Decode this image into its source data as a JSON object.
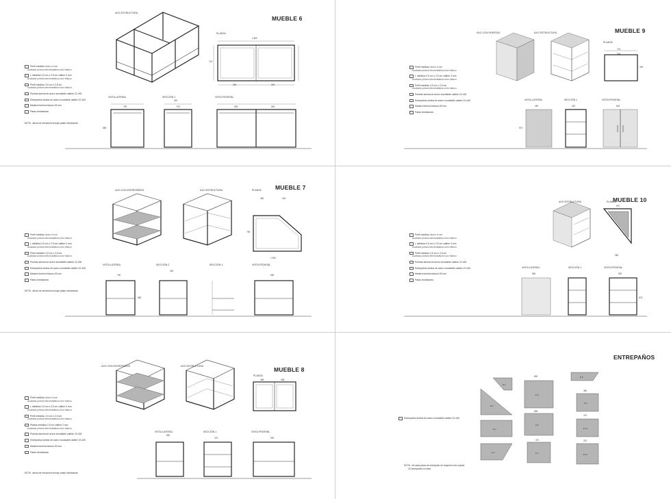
{
  "sheets": {
    "m6": {
      "title": "MUEBLE 6",
      "labels": {
        "axo": "AXO ESTRUCTURA",
        "plan": "PLANTA",
        "side": "VISTA LATERAL",
        "sec": "SECCIÓN 1",
        "front": "VISTA FRONTAL"
      },
      "legend": [
        {
          "text": "Perfil metálico 4cm x 4 cm",
          "sub": "Acabado pintura electrostática color blanco"
        },
        {
          "text": "L metálica 2,5 cm x 2,5 cm calibre 3 mm",
          "sub": "Acabado pintura electrostática color blanco"
        },
        {
          "text": "Perfil metálico 2,5 cm x 2,5 cm",
          "sub": "Acabado pintura electrostática color blanco"
        },
        {
          "text": "Puertas lamina de acero inoxidable calibre 22-430",
          "sub": ""
        },
        {
          "text": "Entrepaños lamina de acero inoxidable calibre 22-430",
          "sub": ""
        },
        {
          "text": "Madera formica blanca 18 mm",
          "sub": ""
        },
        {
          "text": "Patas niveladoras",
          "sub": ""
        }
      ],
      "note": "NOTA : altura de estructura incluye patas niveladoras",
      "dims": {
        "plan_w": "1.800",
        "plan_a": "900",
        "plan_b": "900",
        "plan_h": "710",
        "side_w": "790",
        "side_h": "880",
        "sec_w": "340",
        "sec_b": "570",
        "front_a": "900",
        "front_b": "900"
      }
    },
    "m9": {
      "title": "MUEBLE 9",
      "labels": {
        "axo1": "AXO CON PUERTAS",
        "axo2": "AXO ESTRUCTURA",
        "plan": "PLANTA",
        "side": "VISTA LATERAL",
        "sec": "SECCIÓN 1",
        "front": "VISTA FRONTAL"
      },
      "legend": [
        {
          "text": "Perfil metálico 4cm x 4 cm",
          "sub": "Acabado pintura electrostática color blanco"
        },
        {
          "text": "L metálica 2,5 cm x 2,5 cm calibre 3 mm",
          "sub": "Acabado pintura electrostática color blanco"
        },
        {
          "text": "Perfil metálico 2,5 cm x 2,5 cm",
          "sub": "Acabado pintura electrostática color blanco"
        },
        {
          "text": "Puertas lamina de acero inoxidable calibre 22-430",
          "sub": ""
        },
        {
          "text": "Entrepaños lamina de acero inoxidable calibre 22-430",
          "sub": ""
        },
        {
          "text": "Madera formica blanca 18 mm",
          "sub": ""
        },
        {
          "text": "Patas niveladoras",
          "sub": ""
        }
      ],
      "dims": {
        "plan_w": "720",
        "plan_b": "664",
        "plan_h": "450",
        "side_w": "450",
        "side_h": "870",
        "sec_w": "422",
        "front_w": "664"
      }
    },
    "m7": {
      "title": "MUEBLE 7",
      "labels": {
        "axo1": "AXO CON ENTREPAÑOS",
        "axo2": "AXO ESTRUCTURA",
        "plan": "PLANTA",
        "side": "VISTA LATERAL",
        "sec2": "SECCIÓN 2",
        "sec1": "SECCIÓN 1",
        "front": "VISTA FRONTAL"
      },
      "legend": [
        {
          "text": "Perfil metálico 4cm x 4 cm",
          "sub": "Acabado pintura electrostática color blanco"
        },
        {
          "text": "L metálica 2,5 cm x 2,5 cm calibre 3 mm",
          "sub": "Acabado pintura electrostática color blanco"
        },
        {
          "text": "Perfil metálico 2,5 cm x 2,5 cm",
          "sub": "Acabado pintura electrostática color blanco"
        },
        {
          "text": "Puertas lamina de acero inoxidable calibre 22-430",
          "sub": ""
        },
        {
          "text": "Entrepaños lamina de acero inoxidable calibre 22-430",
          "sub": ""
        },
        {
          "text": "Madera formica blanca 18 mm",
          "sub": ""
        },
        {
          "text": "Patas niveladoras",
          "sub": ""
        }
      ],
      "note": "NOTA : altura de estructura incluye patas niveladoras",
      "dims": {
        "plan_a": "380",
        "plan_b": "340",
        "plan_w": "1.540",
        "plan_h": "790",
        "side_w": "790",
        "sec_w": "340",
        "front_w": "560",
        "h": "880"
      }
    },
    "m10": {
      "title": "MUEBLE 10",
      "labels": {
        "axo": "AXO ESTRUCTURA",
        "plan": "PLANTA",
        "side": "VISTA LATERAL",
        "sec": "SECCIÓN 1",
        "front": "VISTA FRONTAL"
      },
      "legend": [
        {
          "text": "Perfil metálico 4cm x 4 cm",
          "sub": "Acabado pintura electrostática color blanco"
        },
        {
          "text": "L metálica 2,5 cm x 2,5 cm calibre 3 mm",
          "sub": "Acabado pintura electrostática color blanco"
        },
        {
          "text": "Perfil metálico 2,5 cm x 2,5 cm",
          "sub": "Acabado pintura electrostática color blanco"
        },
        {
          "text": "Puertas lamina de acero inoxidable calibre 22-430",
          "sub": ""
        },
        {
          "text": "Entrepaños lamina de acero inoxidable calibre 22-430",
          "sub": ""
        },
        {
          "text": "Madera formica blanca 18 mm",
          "sub": ""
        },
        {
          "text": "Patas niveladoras",
          "sub": ""
        }
      ],
      "dims": {
        "plan_w": "570",
        "plan_h": "380",
        "side_w": "560",
        "front_w": "552",
        "h": "873"
      }
    },
    "m8": {
      "title": "MUEBLE 8",
      "labels": {
        "axo1": "AXO CON ENTREPAÑOS",
        "axo2": "AXO ESTRUCTURA",
        "plan": "PLANTA",
        "side": "VISTA LATERAL",
        "sec": "SECCIÓN 1",
        "front": "VISTA FRONTAL"
      },
      "legend": [
        {
          "text": "Perfil metálico 4cm x 4 cm",
          "sub": "Acabado pintura electrostática color blanco"
        },
        {
          "text": "L metálica 2,5 cm x 2,5 cm calibre 3 mm",
          "sub": "Acabado pintura electrostática color blanco"
        },
        {
          "text": "Perfil metálico 2,5 cm x 2,5 cm",
          "sub": "Acabado pintura electrostática color blanco"
        },
        {
          "text": "Platina metálica 2,5 cm calibre 3 mm",
          "sub": "Acabado pintura electrostática color blanco"
        },
        {
          "text": "Puertas lamina de acero inoxidable calibre 22-430",
          "sub": ""
        },
        {
          "text": "Entrepaños lamina de acero inoxidable calibre 22-430",
          "sub": ""
        },
        {
          "text": "Madera formica blanca 18 mm",
          "sub": ""
        },
        {
          "text": "Patas niveladoras",
          "sub": ""
        }
      ],
      "note": "NOTA : altura de estructura incluye patas niveladoras",
      "dims": {
        "plan_a": "458",
        "plan_b": "458",
        "side_w": "800",
        "sec_w": "370",
        "front_w": "900"
      }
    },
    "entre": {
      "title": "ENTREPAÑOS",
      "legend_item": "Entrepaños lamina de acero inoxidable calibre 22-430",
      "note_line1": "NOTA : de cada pieza de entrepaño se requieren dos copias",
      "note_line2": "22 entrepaños en total",
      "pieces": [
        "E.1",
        "E.2",
        "E.3",
        "E.4",
        "E.5",
        "E.6",
        "E.7",
        "E.8",
        "E.9",
        "E.10",
        "E.11"
      ],
      "dims": {
        "e5_w": "800",
        "e6_w": "856",
        "e7_w": "471",
        "e8_w": "380",
        "e10_w": "470",
        "e11_w": "321"
      }
    }
  }
}
